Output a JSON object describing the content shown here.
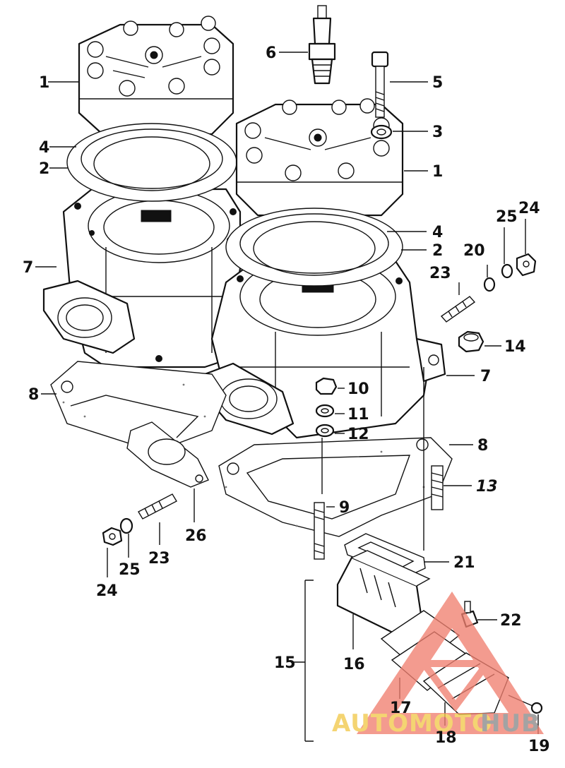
{
  "diagram": {
    "callouts": [
      {
        "id": "c1a",
        "label": "1"
      },
      {
        "id": "c1b",
        "label": "1"
      },
      {
        "id": "c2a",
        "label": "2"
      },
      {
        "id": "c2b",
        "label": "2"
      },
      {
        "id": "c3",
        "label": "3"
      },
      {
        "id": "c4a",
        "label": "4"
      },
      {
        "id": "c4b",
        "label": "4"
      },
      {
        "id": "c5",
        "label": "5"
      },
      {
        "id": "c6",
        "label": "6"
      },
      {
        "id": "c7a",
        "label": "7"
      },
      {
        "id": "c7b",
        "label": "7"
      },
      {
        "id": "c8a",
        "label": "8"
      },
      {
        "id": "c8b",
        "label": "8"
      },
      {
        "id": "c9",
        "label": "9"
      },
      {
        "id": "c10",
        "label": "10"
      },
      {
        "id": "c11",
        "label": "11"
      },
      {
        "id": "c12",
        "label": "12"
      },
      {
        "id": "c13",
        "label": "13"
      },
      {
        "id": "c14",
        "label": "14"
      },
      {
        "id": "c15",
        "label": "15"
      },
      {
        "id": "c16",
        "label": "16"
      },
      {
        "id": "c17",
        "label": "17"
      },
      {
        "id": "c18",
        "label": "18"
      },
      {
        "id": "c19",
        "label": "19"
      },
      {
        "id": "c20",
        "label": "20"
      },
      {
        "id": "c21",
        "label": "21"
      },
      {
        "id": "c22",
        "label": "22"
      },
      {
        "id": "c23a",
        "label": "23"
      },
      {
        "id": "c23b",
        "label": "23"
      },
      {
        "id": "c24a",
        "label": "24"
      },
      {
        "id": "c24b",
        "label": "24"
      },
      {
        "id": "c25a",
        "label": "25"
      },
      {
        "id": "c25b",
        "label": "25"
      },
      {
        "id": "c26",
        "label": "26"
      }
    ]
  },
  "watermark": {
    "part1": "AUTOMOTO",
    "part2": "HUB",
    "colors": {
      "accent": "#f08070",
      "yellow": "#f2c84b",
      "gray": "#8a8a8a"
    }
  }
}
